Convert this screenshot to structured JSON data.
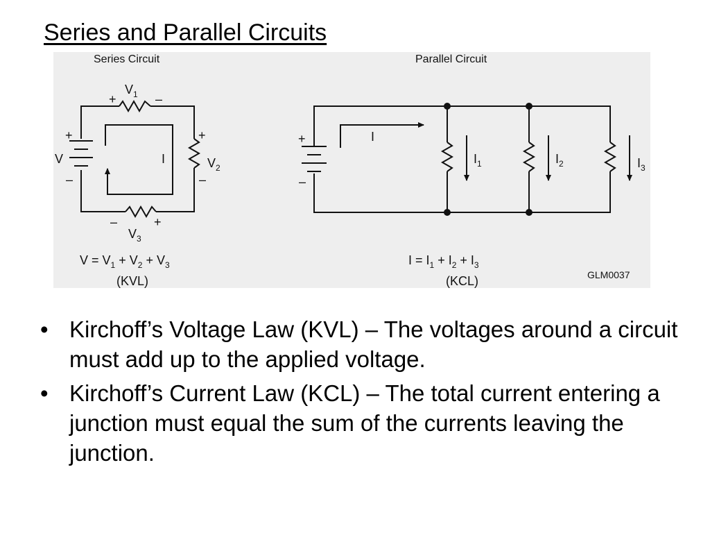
{
  "slide": {
    "title": "Series and Parallel Circuits"
  },
  "figure": {
    "series": {
      "heading": "Series Circuit",
      "source_label": "V",
      "current_label": "I",
      "v1": "V",
      "v1_sub": "1",
      "v2": "V",
      "v2_sub": "2",
      "v3": "V",
      "v3_sub": "3",
      "plus": "+",
      "minus": "–",
      "equation": [
        "V = V",
        "1",
        " +  V",
        "2",
        " +  V",
        "3"
      ],
      "law": "(KVL)"
    },
    "parallel": {
      "heading": "Parallel Circuit",
      "current_label": "I",
      "i1": "I",
      "i1_sub": "1",
      "i2": "I",
      "i2_sub": "2",
      "i3": "I",
      "i3_sub": "3",
      "plus": "+",
      "minus": "–",
      "equation": [
        "I  =  I",
        "1",
        " +  I",
        "2",
        " +  I",
        "3"
      ],
      "law": "(KCL)"
    },
    "code": "GLM0037"
  },
  "bullets": [
    {
      "marker": "•",
      "text": "Kirchoff’s Voltage Law (KVL) – The voltages around a circuit must add up to the applied voltage."
    },
    {
      "marker": "•",
      "text": "Kirchoff’s Current Law (KCL) – The total current entering a junction must equal the sum of the currents leaving the junction."
    }
  ]
}
